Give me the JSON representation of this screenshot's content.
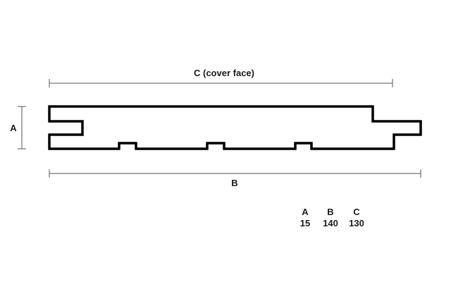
{
  "dimensions": {
    "cover_label": "C (cover face)",
    "width_label": "B",
    "thickness_label": "A"
  },
  "dimension_table": {
    "headers": [
      "A",
      "B",
      "C"
    ],
    "values": [
      "15",
      "140",
      "130"
    ]
  },
  "colors": {
    "stroke": "#000000",
    "dim_line": "#555555",
    "text": "#1a1a1a"
  }
}
